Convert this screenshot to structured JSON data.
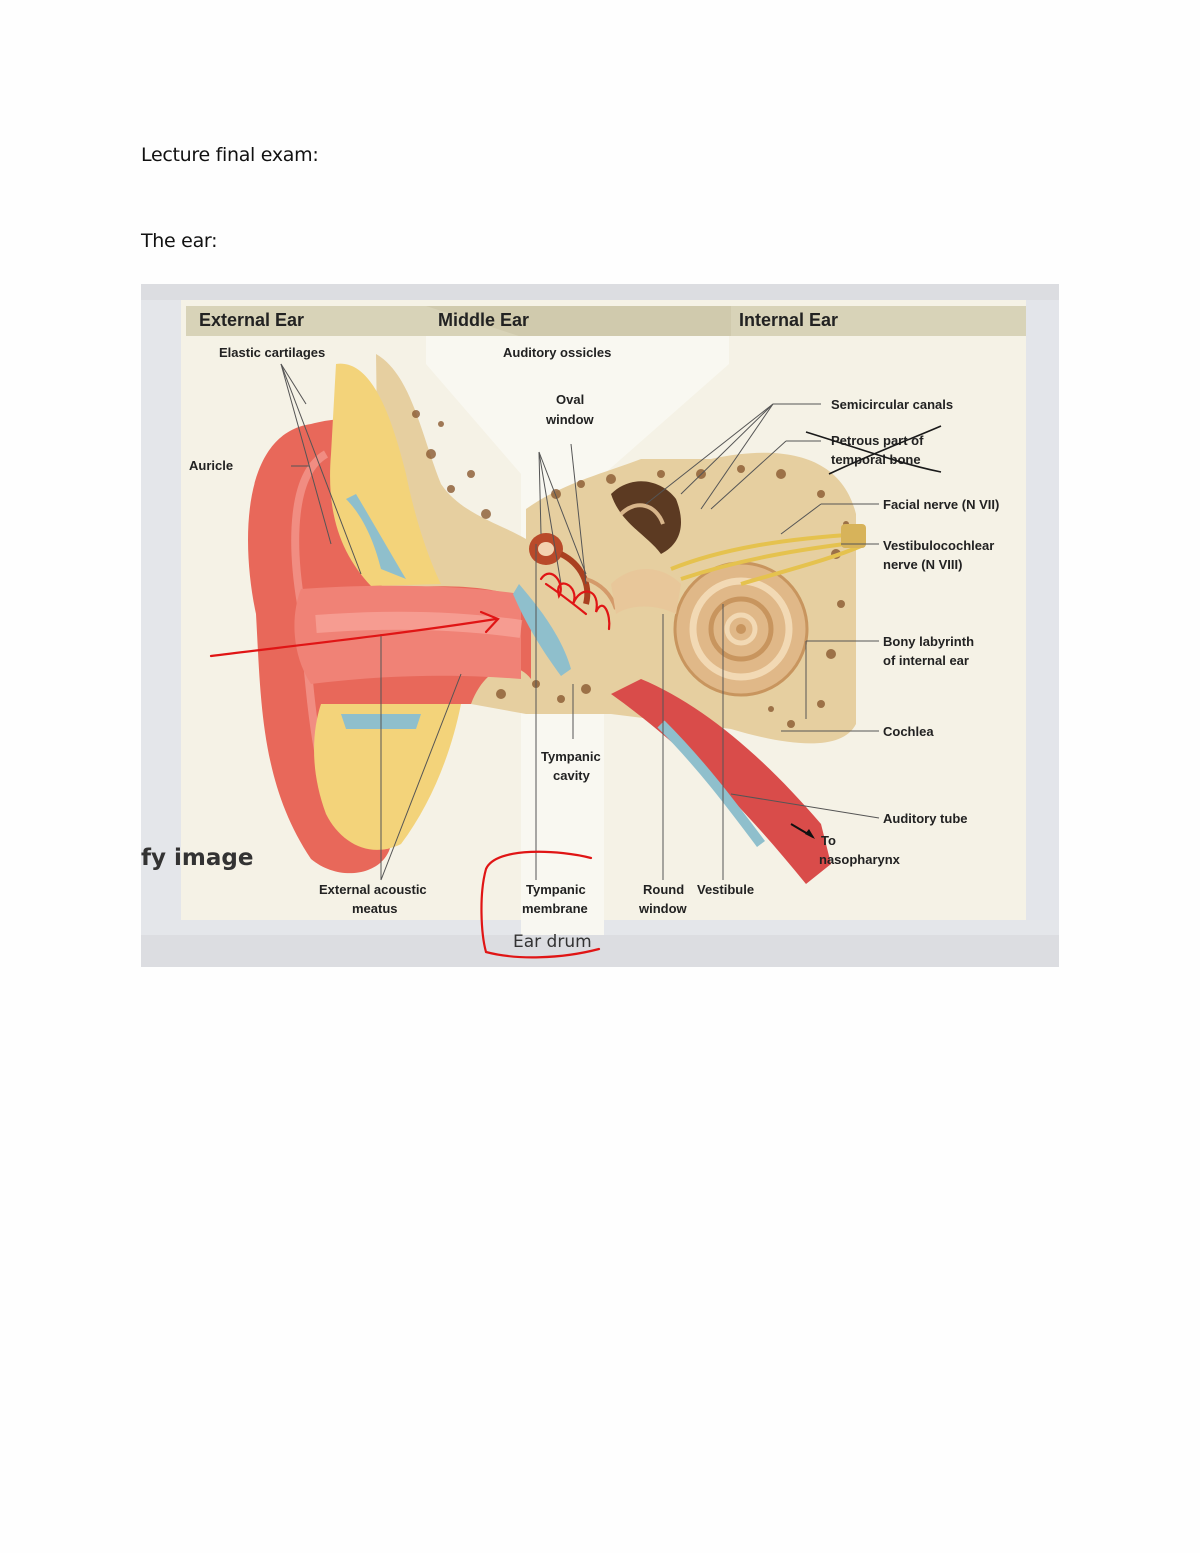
{
  "document": {
    "line1": "Lecture final exam:",
    "line2": "The ear:"
  },
  "figure": {
    "headers": {
      "external": "External Ear",
      "middle": "Middle Ear",
      "internal": "Internal Ear"
    },
    "labels": {
      "elastic_cartilages": "Elastic cartilages",
      "auricle": "Auricle",
      "auditory_ossicles": "Auditory ossicles",
      "oval_window_1": "Oval",
      "oval_window_2": "window",
      "semicircular_canals": "Semicircular canals",
      "petrous_1": "Petrous part of",
      "petrous_2": "temporal bone",
      "facial_nerve": "Facial nerve (N VII)",
      "vestibulocochlear_1": "Vestibulocochlear",
      "vestibulocochlear_2": "nerve (N VIII)",
      "bony_labyrinth_1": "Bony labyrinth",
      "bony_labyrinth_2": "of internal ear",
      "cochlea": "Cochlea",
      "tympanic_cavity_1": "Tympanic",
      "tympanic_cavity_2": "cavity",
      "auditory_tube": "Auditory tube",
      "to_nasopharynx_1": "To",
      "to_nasopharynx_2": "nasopharynx",
      "external_acoustic_1": "External acoustic",
      "external_acoustic_2": "meatus",
      "tympanic_membrane_1": "Tympanic",
      "tympanic_membrane_2": "membrane",
      "round_window_1": "Round",
      "round_window_2": "window",
      "vestibule": "Vestibule"
    },
    "overlay_fragment": "fy image",
    "annotation": "Ear drum"
  },
  "colors": {
    "header_band": "#d8d3b8",
    "skin": "#e8685a",
    "cartilage_fat": "#f3d37a",
    "bone": "#e6cfa0",
    "membrane_blue": "#8fbfcc",
    "annotation_red": "#e01515"
  }
}
